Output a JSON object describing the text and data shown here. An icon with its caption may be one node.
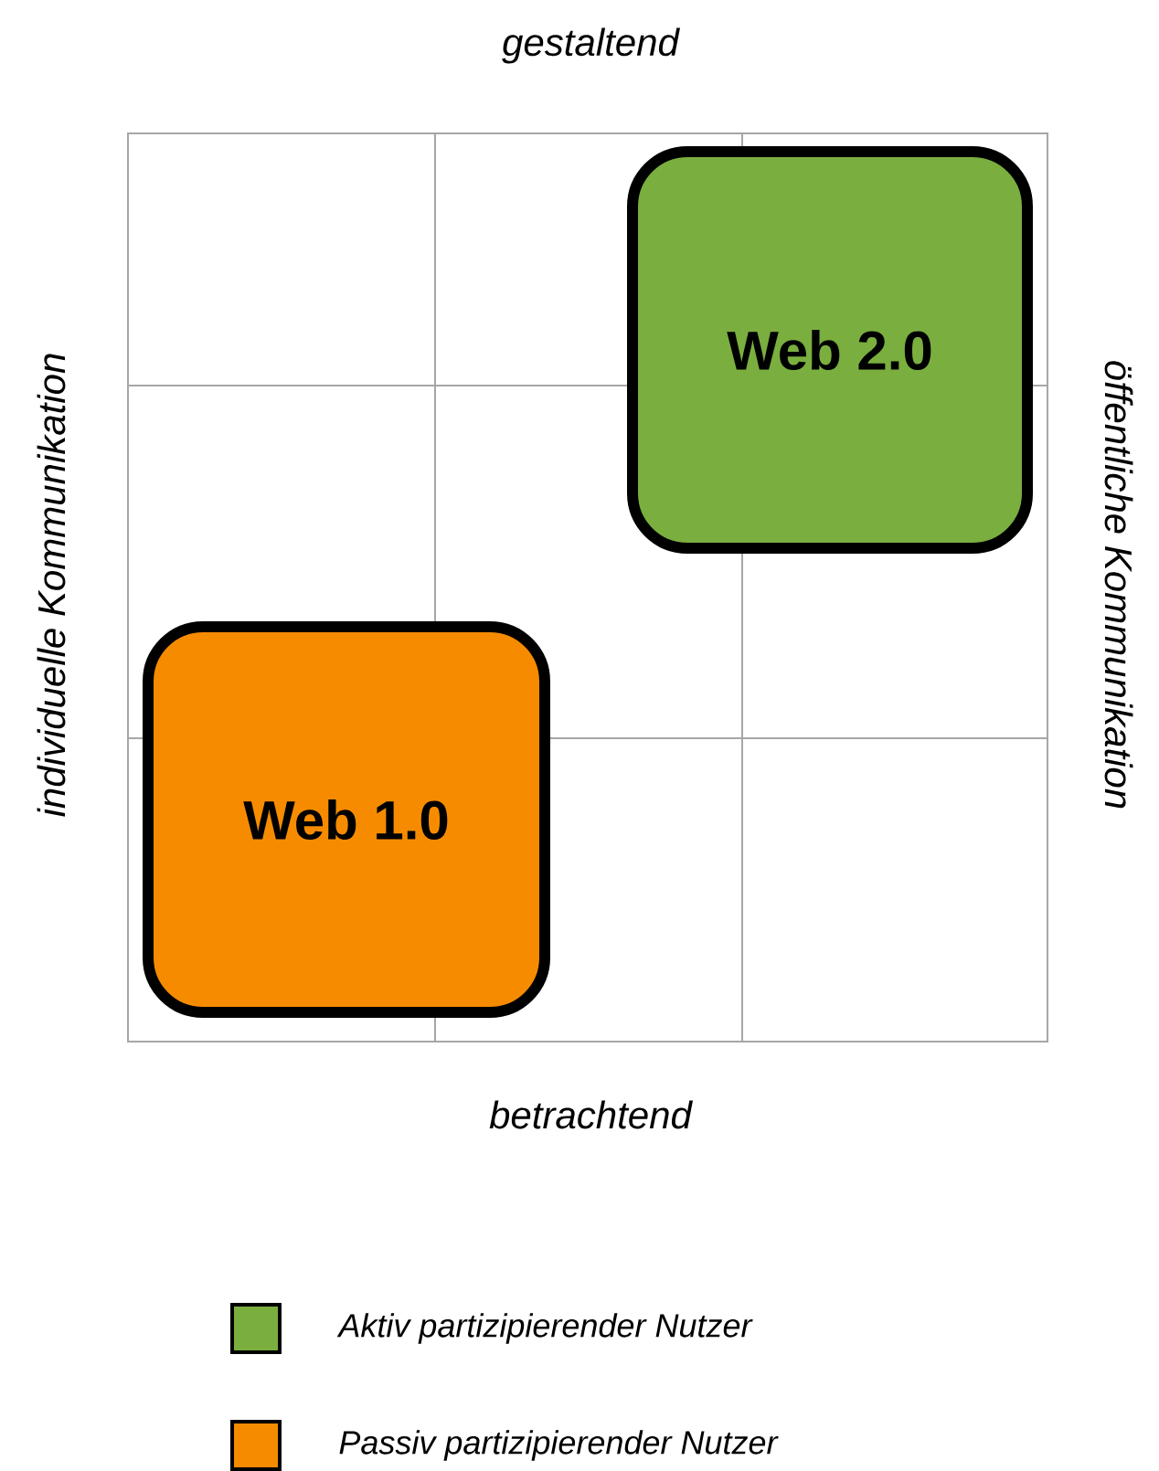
{
  "diagram": {
    "nodes": [
      {
        "text": [
          "Web 2.0"
        ]
      },
      {
        "text": [
          "Web 1.0"
        ]
      }
    ],
    "labels": [
      "gestaltend",
      "individuelle Kommunikation",
      "öffentliche Kommunikation",
      "betrachtend"
    ],
    "legend": [
      {
        "text": "Aktiv partizipierender Nutzer",
        "color": "#7aaf3f"
      },
      {
        "text": "Passiv partizipierender Nutzer",
        "color": "#f68b00"
      }
    ]
  }
}
